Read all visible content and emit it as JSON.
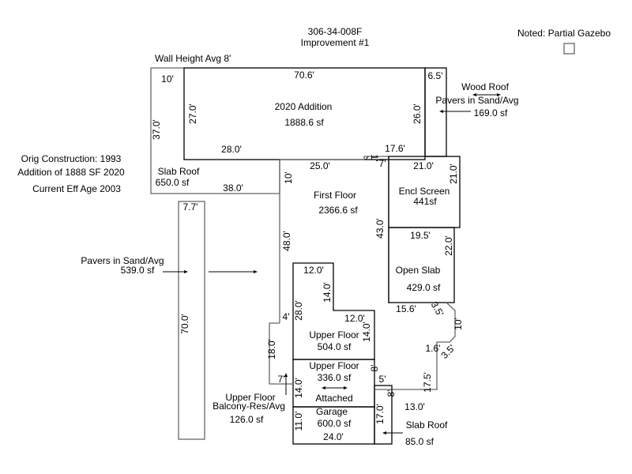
{
  "header": {
    "parcel_id": "306-34-008F",
    "improvement": "Improvement #1",
    "note": "Noted: Partial Gazebo",
    "wall_height": "Wall Height Avg 8'"
  },
  "info": {
    "orig_construction": "Orig Construction: 1993",
    "addition": "Addition of 1888 SF 2020",
    "eff_age": "Current Eff Age 2003"
  },
  "areas": {
    "addition": {
      "name": "2020 Addition",
      "sf": "1888.6 sf"
    },
    "slab_roof_main": {
      "name": "Slab Roof",
      "sf": "650.0 sf"
    },
    "wood_roof": {
      "name": "Wood Roof",
      "sub": "Pavers in Sand/Avg",
      "sf": "169.0 sf"
    },
    "first_floor": {
      "name": "First Floor",
      "sf": "2366.6 sf"
    },
    "encl_screen": {
      "name": "Encl Screen",
      "sf": "441sf"
    },
    "open_slab": {
      "name": "Open Slab",
      "sf": "429.0 sf"
    },
    "pavers": {
      "name": "Pavers in Sand/Avg",
      "sf": "539.0 sf"
    },
    "upper_floor_1": {
      "name": "Upper Floor",
      "sf": "504.0 sf"
    },
    "upper_floor_2": {
      "name": "Upper Floor",
      "sf": "336.0 sf"
    },
    "attached": {
      "name": "Attached"
    },
    "garage": {
      "name": "Garage",
      "sf": "600.0 sf"
    },
    "balcony": {
      "name": "Upper Floor",
      "sub": "Balcony-Res/Avg",
      "sf": "126.0 sf"
    },
    "slab_roof_small": {
      "name": "Slab Roof",
      "sf": "85.0 sf"
    }
  },
  "dimensions": {
    "d10_top": "10'",
    "d70_6": "70.6'",
    "d6_5": "6.5'",
    "d37": "37.0'",
    "d27": "27.0'",
    "d26": "26.0'",
    "d28": "28.0'",
    "d17_6": "17.6'",
    "d25": "25.0'",
    "d1": "1'",
    "d7_ff": "7'",
    "d10_ff": "10'",
    "d38": "38.0'",
    "d21_top": "21.0'",
    "d21_side": "21.0'",
    "d43": "43.0'",
    "d48": "48.0'",
    "d19_5": "19.5'",
    "d22": "22.0'",
    "d7_7": "7.7'",
    "d70": "70.0'",
    "d12_a": "12.0'",
    "d14_a": "14.0'",
    "d28_up": "28.0'",
    "d4": "4'",
    "d12_b": "12.0'",
    "d14_b": "14.0'",
    "d15_6": "15.6'",
    "d3_5_a": "3.5'",
    "d10_r": "10'",
    "d1_6": "1.6'",
    "d3_5_b": "3.5'",
    "d17_5": "17.5'",
    "d8_a": "8'",
    "d5": "5'",
    "d8_b": "8'",
    "d13": "13.0'",
    "d18": "18.0'",
    "d7_bal": "7'",
    "d14_g": "14.0'",
    "d11": "11.0'",
    "d17_g": "17.0'",
    "d24": "24.0'"
  }
}
